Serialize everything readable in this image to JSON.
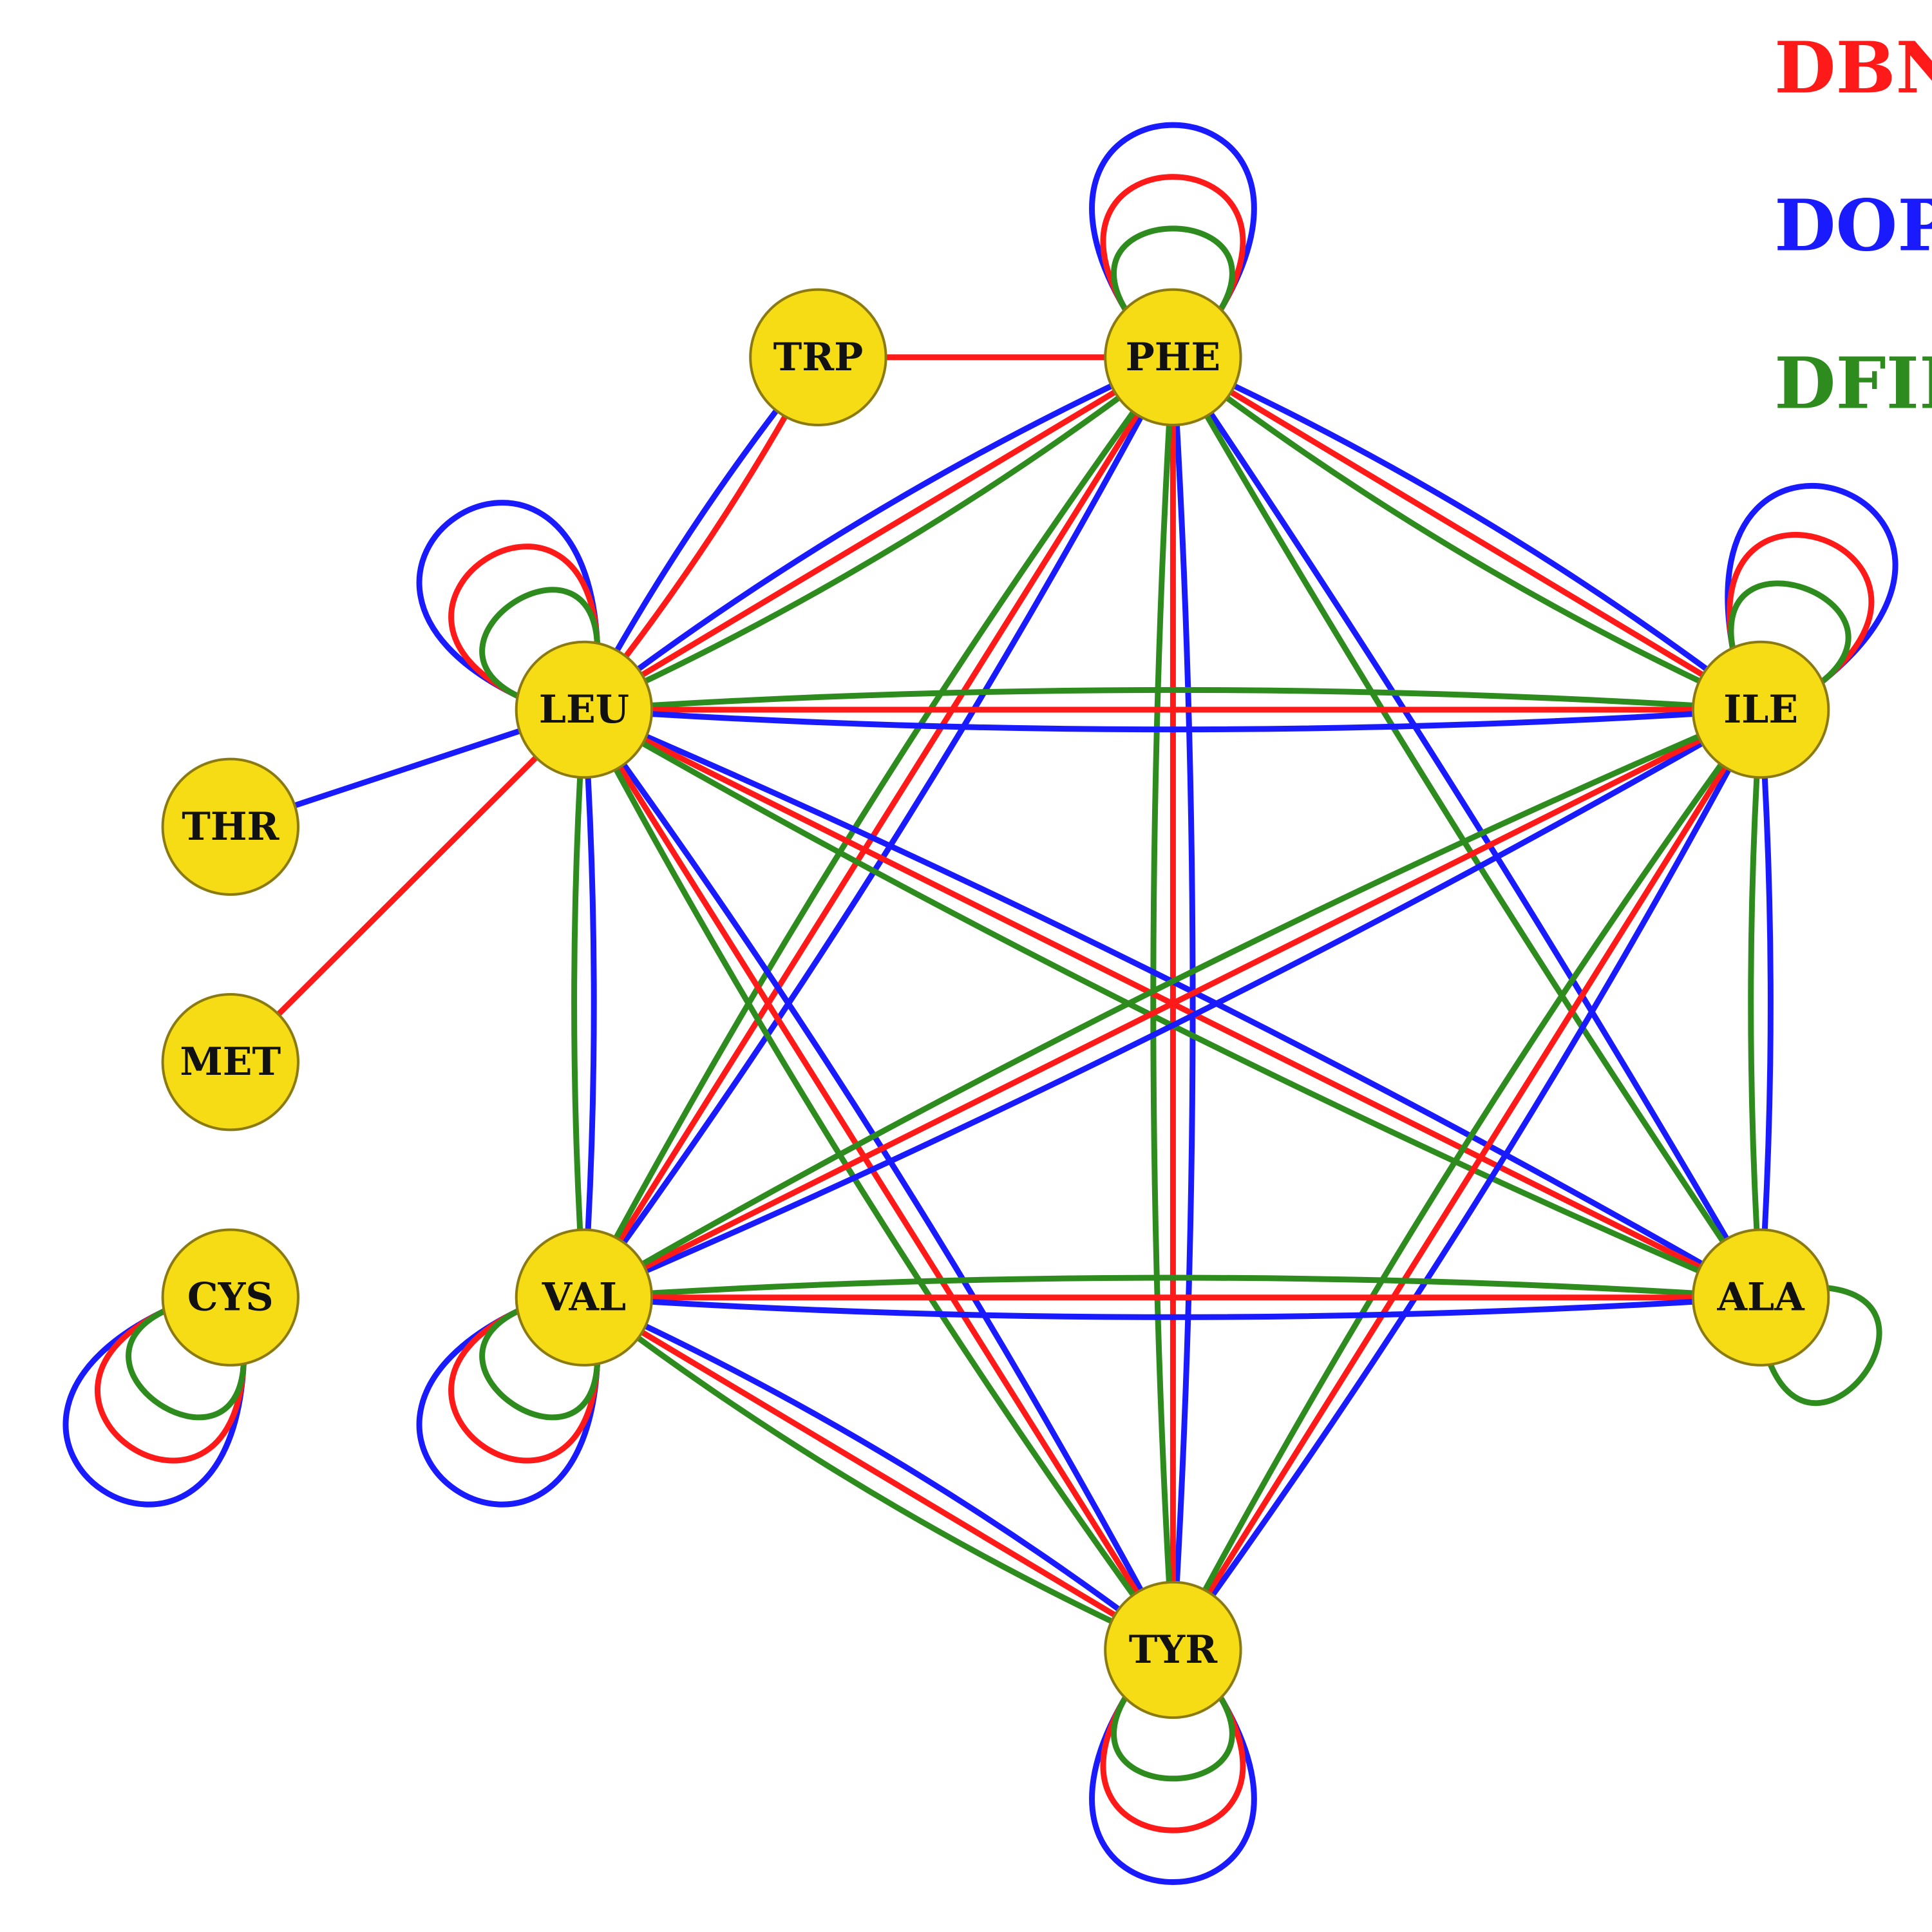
{
  "colors": {
    "node_fill": "#f6dc14",
    "node_stroke": "#8a7a10",
    "DBN": "#ff1a1a",
    "DOP": "#1a1aff",
    "DFIR": "#2e8b1e"
  },
  "legend": [
    {
      "key": "DBN",
      "label": "DBN"
    },
    {
      "key": "DOP",
      "label": "DOP"
    },
    {
      "key": "DFIR",
      "label": "DFIR"
    }
  ],
  "nodes": [
    {
      "id": "PHE",
      "label": "PHE"
    },
    {
      "id": "TRP",
      "label": "TRP"
    },
    {
      "id": "LEU",
      "label": "LEU"
    },
    {
      "id": "ILE",
      "label": "ILE"
    },
    {
      "id": "THR",
      "label": "THR"
    },
    {
      "id": "MET",
      "label": "MET"
    },
    {
      "id": "CYS",
      "label": "CYS"
    },
    {
      "id": "VAL",
      "label": "VAL"
    },
    {
      "id": "ALA",
      "label": "ALA"
    },
    {
      "id": "TYR",
      "label": "TYR"
    }
  ],
  "edges": [
    {
      "source": "TRP",
      "target": "PHE",
      "methods": [
        "DBN"
      ]
    },
    {
      "source": "TRP",
      "target": "LEU",
      "methods": [
        "DBN",
        "DOP"
      ]
    },
    {
      "source": "LEU",
      "target": "THR",
      "methods": [
        "DOP"
      ]
    },
    {
      "source": "LEU",
      "target": "MET",
      "methods": [
        "DBN"
      ]
    },
    {
      "source": "PHE",
      "target": "LEU",
      "methods": [
        "DFIR",
        "DBN",
        "DOP"
      ]
    },
    {
      "source": "PHE",
      "target": "ILE",
      "methods": [
        "DOP",
        "DBN",
        "DFIR"
      ]
    },
    {
      "source": "PHE",
      "target": "VAL",
      "methods": [
        "DOP",
        "DBN",
        "DFIR"
      ]
    },
    {
      "source": "PHE",
      "target": "ALA",
      "methods": [
        "DOP",
        "DFIR"
      ]
    },
    {
      "source": "PHE",
      "target": "TYR",
      "methods": [
        "DOP",
        "DBN",
        "DFIR"
      ]
    },
    {
      "source": "LEU",
      "target": "ILE",
      "methods": [
        "DFIR",
        "DBN",
        "DOP"
      ]
    },
    {
      "source": "LEU",
      "target": "VAL",
      "methods": [
        "DOP",
        "DFIR"
      ]
    },
    {
      "source": "LEU",
      "target": "ALA",
      "methods": [
        "DOP",
        "DBN",
        "DFIR"
      ]
    },
    {
      "source": "LEU",
      "target": "TYR",
      "methods": [
        "DOP",
        "DBN",
        "DFIR"
      ]
    },
    {
      "source": "ILE",
      "target": "VAL",
      "methods": [
        "DOP",
        "DBN",
        "DFIR"
      ]
    },
    {
      "source": "ILE",
      "target": "ALA",
      "methods": [
        "DOP",
        "DFIR"
      ]
    },
    {
      "source": "ILE",
      "target": "TYR",
      "methods": [
        "DOP",
        "DBN",
        "DFIR"
      ]
    },
    {
      "source": "VAL",
      "target": "ALA",
      "methods": [
        "DFIR",
        "DBN",
        "DOP"
      ]
    },
    {
      "source": "VAL",
      "target": "TYR",
      "methods": [
        "DOP",
        "DBN",
        "DFIR"
      ]
    }
  ],
  "self_loops": [
    {
      "node": "PHE",
      "methods": [
        "DOP",
        "DBN",
        "DFIR"
      ]
    },
    {
      "node": "LEU",
      "methods": [
        "DOP",
        "DBN",
        "DFIR"
      ]
    },
    {
      "node": "ILE",
      "methods": [
        "DOP",
        "DBN",
        "DFIR"
      ]
    },
    {
      "node": "CYS",
      "methods": [
        "DOP",
        "DBN",
        "DFIR"
      ]
    },
    {
      "node": "VAL",
      "methods": [
        "DOP",
        "DBN",
        "DFIR"
      ]
    },
    {
      "node": "TYR",
      "methods": [
        "DOP",
        "DBN",
        "DFIR"
      ]
    },
    {
      "node": "ALA",
      "methods": [
        "DFIR"
      ]
    }
  ]
}
